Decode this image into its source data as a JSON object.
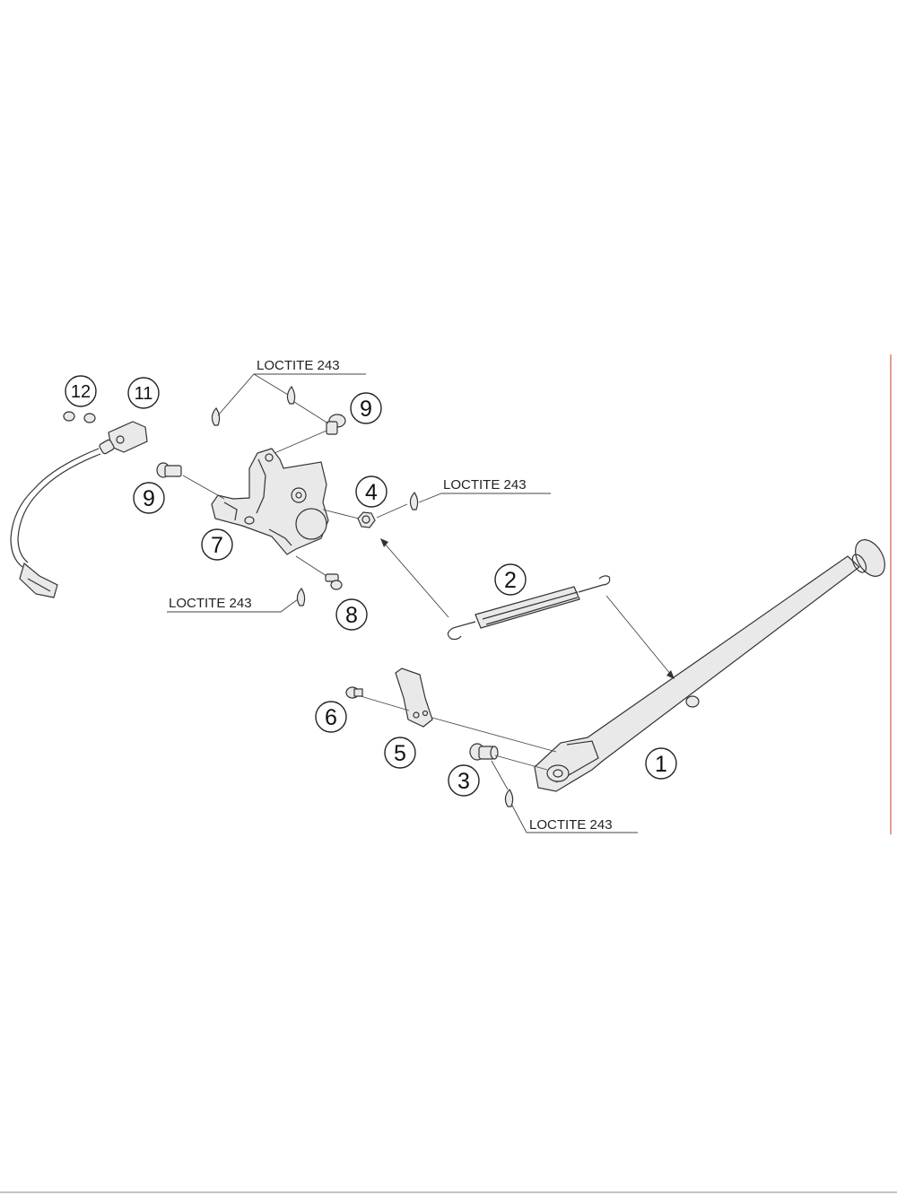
{
  "diagram": {
    "callouts": [
      {
        "id": "c1",
        "label": "1"
      },
      {
        "id": "c2",
        "label": "2"
      },
      {
        "id": "c3",
        "label": "3"
      },
      {
        "id": "c4",
        "label": "4"
      },
      {
        "id": "c5",
        "label": "5"
      },
      {
        "id": "c6",
        "label": "6"
      },
      {
        "id": "c7",
        "label": "7"
      },
      {
        "id": "c8",
        "label": "8"
      },
      {
        "id": "c9a",
        "label": "9"
      },
      {
        "id": "c9b",
        "label": "9"
      },
      {
        "id": "c11",
        "label": "11"
      },
      {
        "id": "c12",
        "label": "12"
      }
    ],
    "loctite_labels": [
      {
        "id": "lt-top",
        "text": "LOCTITE 243"
      },
      {
        "id": "lt-nut",
        "text": "LOCTITE 243"
      },
      {
        "id": "lt-bolt",
        "text": "LOCTITE 243"
      },
      {
        "id": "lt-foot",
        "text": "LOCTITE 243"
      }
    ],
    "colors": {
      "line": "#333333",
      "border_accent": "#d0392b"
    }
  }
}
